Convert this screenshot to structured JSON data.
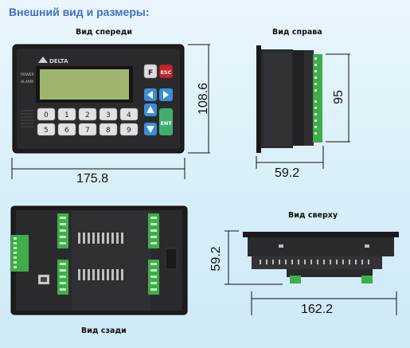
{
  "heading": "Внешний вид и размеры:",
  "views": {
    "front": "Вид спереди",
    "right": "Вид справа",
    "top": "Вид сверху",
    "back": "Вид сзади"
  },
  "dimensions": {
    "width_front": "175.8",
    "height_front": "108.6",
    "depth_right": "59.2",
    "height_right": "95",
    "depth_top": "59.2",
    "width_top": "162.2"
  },
  "panel": {
    "brand": "DELTA",
    "power_label": "POWER",
    "alarm_label": "ALARM",
    "keys_row1": [
      "0",
      "1",
      "2",
      "3",
      "4"
    ],
    "keys_row2": [
      "5",
      "6",
      "7",
      "8",
      "9"
    ],
    "key_f": "F",
    "key_esc": "ESC",
    "key_ent": "ENT"
  },
  "colors": {
    "heading": "#3f6fc6",
    "lcd": "#9fb56e",
    "terminal_green": "#3fae4a",
    "esc_red": "#c0262c",
    "arrow_blue": "#3a8fd6",
    "ent_green": "#3faf6f"
  }
}
